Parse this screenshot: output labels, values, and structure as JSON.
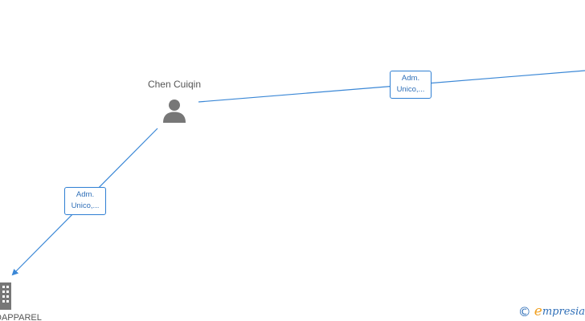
{
  "person": {
    "name": "Chen Cuiqin",
    "icon": "person-icon"
  },
  "relations": [
    {
      "line1": "Adm.",
      "line2": "Unico,..."
    },
    {
      "line1": "Adm.",
      "line2": "Unico,..."
    }
  ],
  "company": {
    "name": "DAPPAREL",
    "icon": "building-icon"
  },
  "brand": {
    "copyright_symbol": "©",
    "initial": "e",
    "rest": "mpresia"
  },
  "colors": {
    "edge": "#3a87d6",
    "label_border": "#2f7fd3",
    "label_text": "#2f6fb8",
    "icon": "#777777",
    "brand_accent": "#f0a020"
  }
}
